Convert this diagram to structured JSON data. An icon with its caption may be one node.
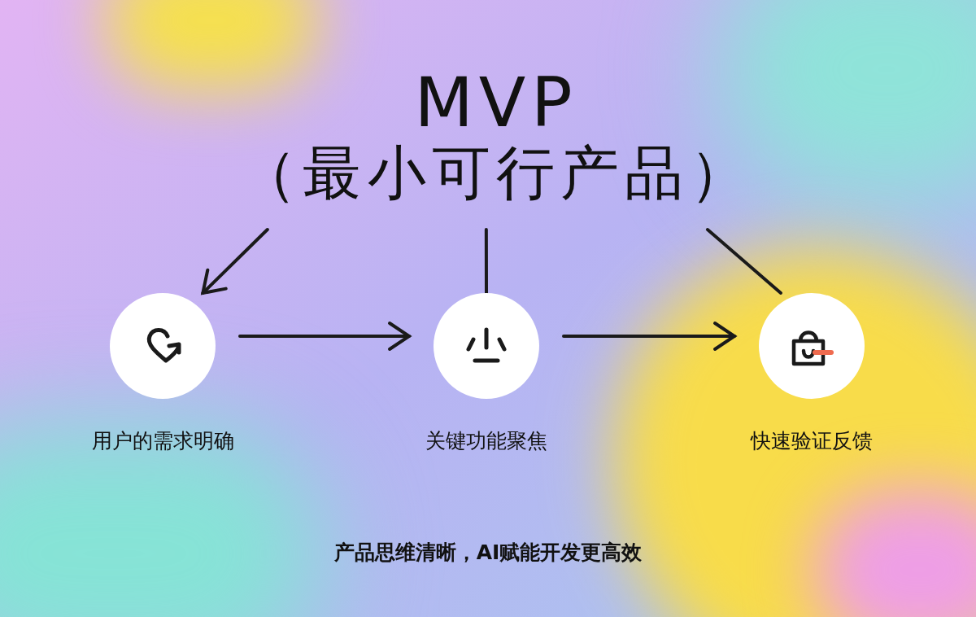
{
  "diagram": {
    "nodes": [
      {
        "text": [
          "MVP",
          "（最小可行产品）"
        ]
      },
      {
        "text": [
          "用户的需求明确"
        ]
      },
      {
        "text": [
          "关键功能聚焦"
        ]
      },
      {
        "text": [
          "快速验证反馈"
        ]
      }
    ],
    "edges": [
      {
        "from": 0,
        "to": 1,
        "arrow": "to"
      },
      {
        "from": 0,
        "to": 2,
        "arrow": "none"
      },
      {
        "from": 0,
        "to": 3,
        "arrow": "none"
      },
      {
        "from": 1,
        "to": 2,
        "arrow": "to"
      },
      {
        "from": 2,
        "to": 3,
        "arrow": "to"
      }
    ],
    "caption": "产品思维清晰，AI赋能开发更高效"
  }
}
